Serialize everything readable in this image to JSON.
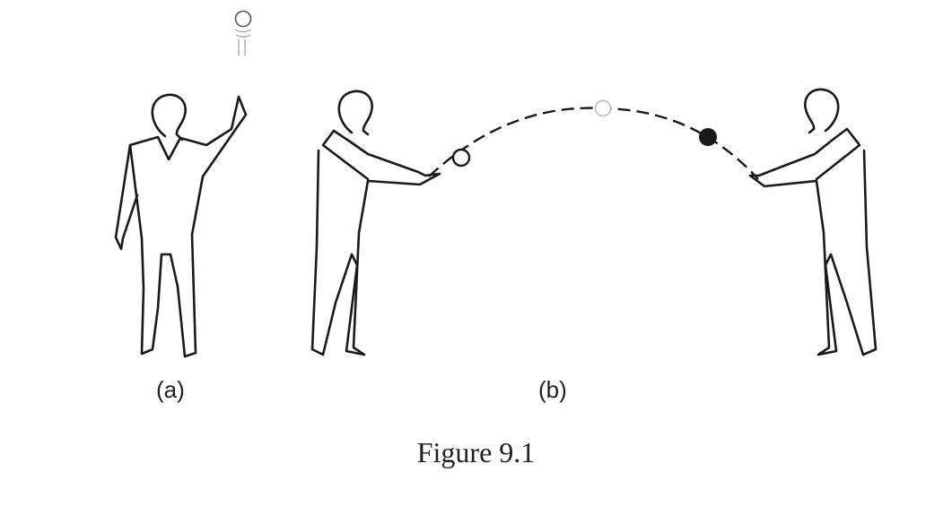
{
  "panels": {
    "a_label": "(a)",
    "b_label": "(b)"
  },
  "caption": "Figure 9.1",
  "colors": {
    "line": "#1a1a1a",
    "ball_filled": "#1a1a1a",
    "ball_hollow": "#ffffff",
    "ball_faded": "#bdbdbd"
  }
}
